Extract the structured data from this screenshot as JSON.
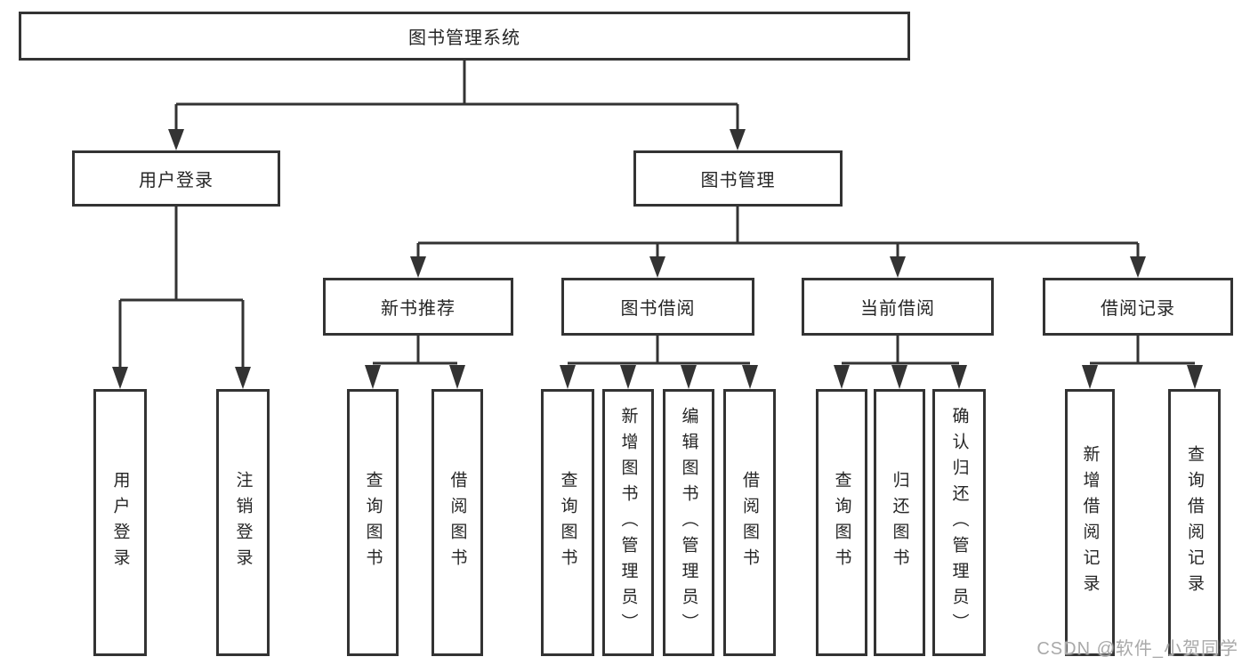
{
  "diagram_title": "图书管理系统",
  "tree": {
    "label": "图书管理系统",
    "children": [
      {
        "label": "用户登录",
        "children": [
          {
            "label": "用户登录"
          },
          {
            "label": "注销登录"
          }
        ]
      },
      {
        "label": "图书管理",
        "children": [
          {
            "label": "新书推荐",
            "children": [
              {
                "label": "查询图书"
              },
              {
                "label": "借阅图书"
              }
            ]
          },
          {
            "label": "图书借阅",
            "children": [
              {
                "label": "查询图书"
              },
              {
                "label": "新增图书（管理员）"
              },
              {
                "label": "编辑图书（管理员）"
              },
              {
                "label": "借阅图书"
              }
            ]
          },
          {
            "label": "当前借阅",
            "children": [
              {
                "label": "查询图书"
              },
              {
                "label": "归还图书"
              },
              {
                "label": "确认归还（管理员）"
              }
            ]
          },
          {
            "label": "借阅记录",
            "children": [
              {
                "label": "新增借阅记录"
              },
              {
                "label": "查询借阅记录"
              }
            ]
          }
        ]
      }
    ]
  },
  "watermark": {
    "text": "CSDN @软件_小贺同学"
  },
  "colors": {
    "line": "#333333",
    "box_border": "#333333",
    "text": "#262626",
    "watermark": "#a9a9a9",
    "background": "#ffffff"
  }
}
